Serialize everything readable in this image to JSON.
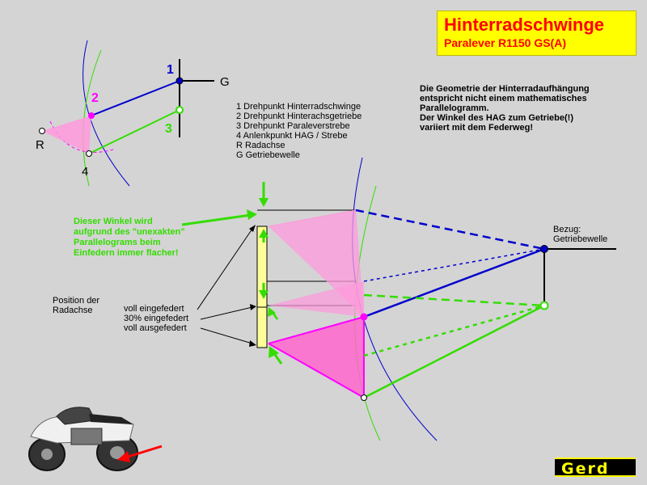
{
  "title": {
    "main": "Hinterradschwinge",
    "sub": "Paralever R1150 GS(A)"
  },
  "legend": [
    "1  Drehpunkt Hinterradschwinge",
    "2  Drehpunkt Hinterachsgetriebe",
    "3  Drehpunkt Paraleverstrebe",
    "4  Anlenkpunkt HAG / Strebe",
    "R Radachse",
    "G  Getriebewelle"
  ],
  "note": [
    "Die Geometrie der Hinterradaufhängung",
    "entspricht nicht einem mathematisches",
    "Parallelogramm.",
    "Der Winkel des HAG zum Getriebe(!)",
    "variiert mit dem Federweg!"
  ],
  "angle_note": [
    "Dieser Winkel wird",
    "aufgrund des \"unexakten\"",
    "Parallelograms beim",
    "Einfedern immer flacher!"
  ],
  "bezug": [
    "Bezug:",
    "Getriebewelle"
  ],
  "position_label": [
    "Position der",
    "Radachse"
  ],
  "positions": [
    "voll eingefedert",
    "30% eingefedert",
    "voll ausgefedert"
  ],
  "small_labels": {
    "n1": "1",
    "n2": "2",
    "n3": "3",
    "n4": "4",
    "R": "R",
    "G": "G"
  },
  "logo": "Gerd",
  "colors": {
    "background": "#d4d4d4",
    "title_bg": "#ffff00",
    "title_text": "#ff0000",
    "swingarm_blue": "#0000cc",
    "strut_green": "#33dd00",
    "hag_magenta": "#ff00ff",
    "hag_fill": "#ff99dd",
    "position_bar": "#ffff99",
    "arrow_red": "#ff0000"
  },
  "icons": {
    "motorcycle": "motorcycle-illustration",
    "logo": "gerd-logo"
  }
}
